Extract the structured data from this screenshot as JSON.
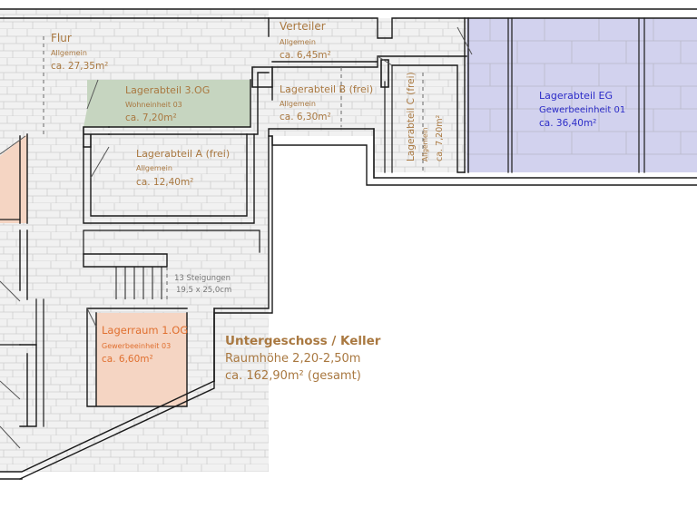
{
  "colors": {
    "wall": "#1a1a1a",
    "stone_fill": "#f1f1f1",
    "stone_line": "#cfcfcf",
    "text_brown": "#a97840",
    "text_orange": "#e07030",
    "text_blue": "#2c2cc8",
    "room_green": "#c6d5c0",
    "room_peach": "#f5d5c3",
    "room_blue": "#d2d2ee"
  },
  "rooms": {
    "flur": {
      "name": "Flur",
      "use": "Allgemein",
      "area": "ca. 27,35m²"
    },
    "verteiler": {
      "name": "Verteiler",
      "use": "Allgemein",
      "area": "ca. 6,45m²"
    },
    "lager3og": {
      "name": "Lagerabteil 3.OG",
      "use": "Wohneinheit 03",
      "area": "ca. 7,20m²"
    },
    "lagerB": {
      "name": "Lagerabteil B (frei)",
      "use": "Allgemein",
      "area": "ca. 6,30m²"
    },
    "lagerA": {
      "name": "Lagerabteil A (frei)",
      "use": "Allgemein",
      "area": "ca. 12,40m²"
    },
    "lagerC": {
      "name": "Lagerabteil C (frei)",
      "use": "Allgemein",
      "area": "ca. 7,20m²"
    },
    "lagerEG": {
      "name": "Lagerabteil EG",
      "use": "Gewerbeeinheit 01",
      "area": "ca. 36,40m²"
    },
    "lagerraum1og": {
      "name": "Lagerraum 1.OG",
      "use": "Gewerbeeinheit 03",
      "area": "ca. 6,60m²"
    }
  },
  "stairs": {
    "steps": "13 Steigungen",
    "size": "19,5 x 25,0cm"
  },
  "floor": {
    "title": "Untergeschoss / Keller",
    "height": "Raumhöhe 2,20-2,50m",
    "total": "ca. 162,90m² (gesamt)"
  }
}
